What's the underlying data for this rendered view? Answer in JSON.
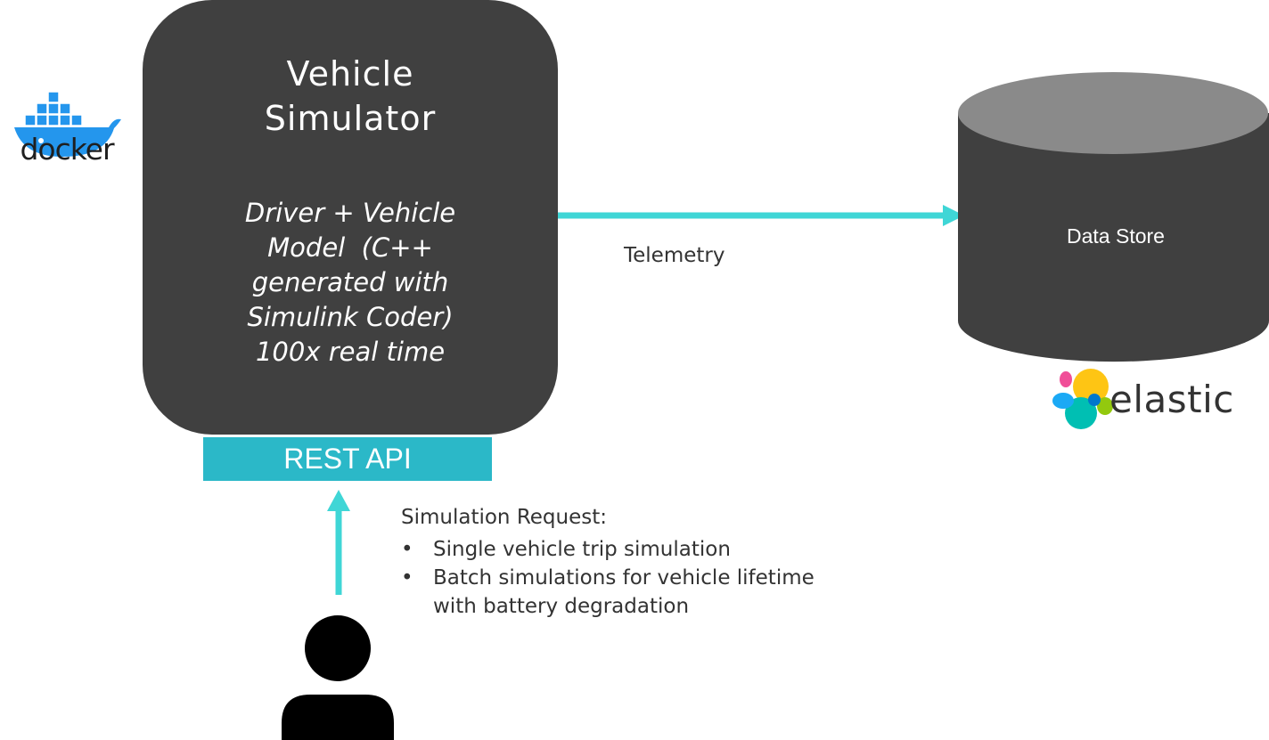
{
  "docker": {
    "logo_text": "docker",
    "color": "#2496ed"
  },
  "simulator": {
    "title_line1": "Vehicle",
    "title_line2": "Simulator",
    "desc_lines": [
      "Driver + Vehicle",
      "Model  (C++",
      "generated with",
      "Simulink Coder)",
      "100x real time"
    ],
    "fill": "#404040"
  },
  "rest_api": {
    "label": "REST API",
    "color": "#2bb8c8"
  },
  "telemetry": {
    "label": "Telemetry"
  },
  "arrow_color": "#3fd6d6",
  "data_store": {
    "label": "Data Store",
    "top_color": "#8a8a8a",
    "body_color": "#404040"
  },
  "elastic": {
    "logo_text": "elastic"
  },
  "request": {
    "heading": "Simulation Request:",
    "bullet_glyph": "•",
    "items": [
      {
        "text": "Single vehicle trip simulation"
      },
      {
        "text": "Batch simulations for vehicle lifetime with battery degradation"
      }
    ]
  },
  "user": {
    "icon": "person-icon",
    "color": "#000000"
  }
}
